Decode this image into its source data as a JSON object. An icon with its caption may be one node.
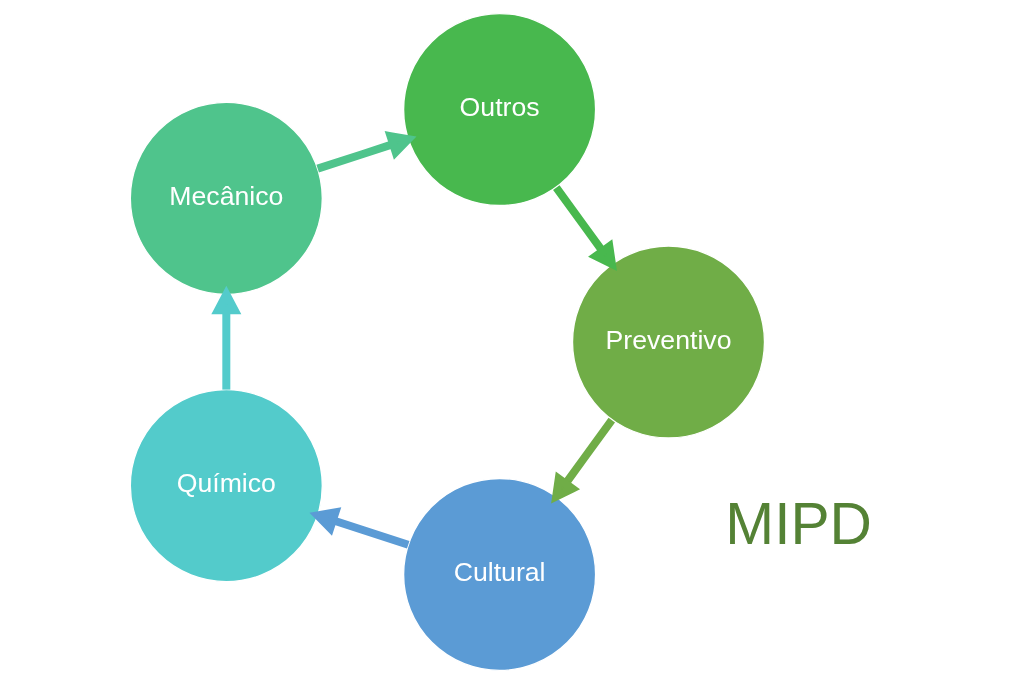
{
  "diagram": {
    "nodes": [
      {
        "text": [
          "Cultural"
        ]
      },
      {
        "text": [
          "Químico"
        ]
      },
      {
        "text": [
          "Mecânico"
        ]
      },
      {
        "text": [
          "Outros"
        ]
      },
      {
        "text": [
          "Preventivo"
        ]
      }
    ],
    "edges": [
      {
        "from": 0,
        "to": 1,
        "arrow": "to",
        "color": "#5b9bd5"
      },
      {
        "from": 1,
        "to": 2,
        "arrow": "to",
        "color": "#53cbcb"
      },
      {
        "from": 2,
        "to": 3,
        "arrow": "to",
        "color": "#4fc48c"
      },
      {
        "from": 3,
        "to": 4,
        "arrow": "to",
        "color": "#48b84e"
      },
      {
        "from": 4,
        "to": 0,
        "arrow": "to",
        "color": "#70ad47"
      }
    ],
    "labels": [
      "MIPD"
    ]
  }
}
